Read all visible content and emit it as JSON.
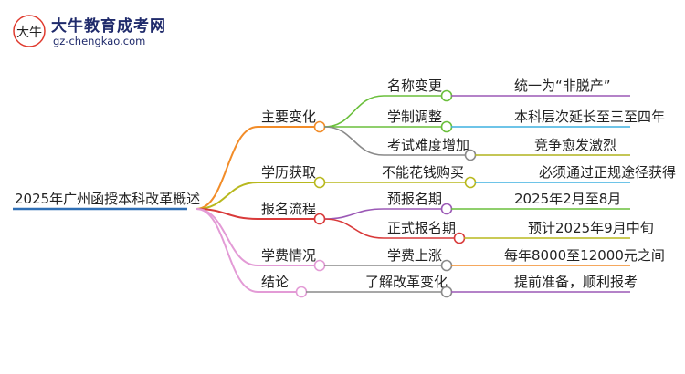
{
  "brand": {
    "name": "大牛教育成考网",
    "url": "gz-chengkao.com",
    "logo_glyph": "大牛"
  },
  "mindmap": {
    "root": "2025年广州函授本科改革概述",
    "branches": [
      {
        "label": "主要变化",
        "color": "#f28c28",
        "children": [
          {
            "label": "名称变更",
            "detail": "统一为“非脱产”",
            "color": "#6abf3b",
            "detail_color": "#9b59b6"
          },
          {
            "label": "学制调整",
            "detail": "本科层次延长至三至四年",
            "color": "#6abf3b",
            "detail_color": "#3fb0e0"
          },
          {
            "label": "考试难度增加",
            "detail": "竞争愈发激烈",
            "color": "#8a8a8a",
            "detail_color": "#b0b41e"
          }
        ]
      },
      {
        "label": "学历获取",
        "color": "#b8b81e",
        "children": [
          {
            "label": "不能花钱购买",
            "detail": "必须通过正规途径获得",
            "color": "#b8b81e",
            "detail_color": "#3fb0e0"
          }
        ]
      },
      {
        "label": "报名流程",
        "color": "#d93a3a",
        "children": [
          {
            "label": "预报名期",
            "detail": "2025年2月至8月",
            "color": "#9b59b6",
            "detail_color": "#6abf3b"
          },
          {
            "label": "正式报名期",
            "detail": "预计2025年9月中旬",
            "color": "#d93a3a",
            "detail_color": "#b8b81e"
          }
        ]
      },
      {
        "label": "学费情况",
        "color": "#e39bd6",
        "children": [
          {
            "label": "学费上涨",
            "detail": "每年8000至12000元之间",
            "color": "#8a8a8a",
            "detail_color": "#f28c28"
          }
        ]
      },
      {
        "label": "结论",
        "color": "#e39bd6",
        "children": [
          {
            "label": "了解改革变化",
            "detail": "提前准备，顺利报考",
            "color": "#8a8a8a",
            "detail_color": "#9b59b6"
          }
        ]
      }
    ]
  }
}
